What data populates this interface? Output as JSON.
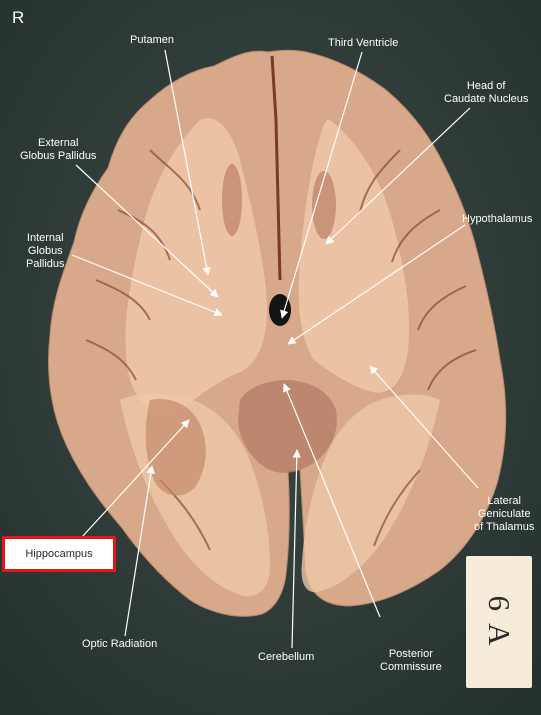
{
  "image": {
    "orientation_label": "R",
    "specimen_card": "6 A",
    "colors": {
      "background": "#33413d",
      "tissue": "#d9a98a",
      "white_matter": "#efc9a9",
      "arrows_and_labels": "#ffffff",
      "highlight_box": "#e4161b"
    }
  },
  "labels": {
    "putamen": "Putamen",
    "third_ventricle": "Third Ventricle",
    "head_caudate": [
      "Head of",
      "Caudate Nucleus"
    ],
    "external_gp": [
      "External",
      "Globus Pallidus"
    ],
    "hypothalamus": "Hypothalamus",
    "internal_gp": [
      "Internal",
      "Globus",
      "Pallidus"
    ],
    "lateral_geniculate": [
      "Lateral",
      "Geniculate",
      "of Thalamus"
    ],
    "hippocampus": "Hippocampus",
    "optic_radiation": "Optic Radiation",
    "cerebellum": "Cerebellum",
    "posterior_commissure": [
      "Posterior",
      "Commissure"
    ]
  }
}
